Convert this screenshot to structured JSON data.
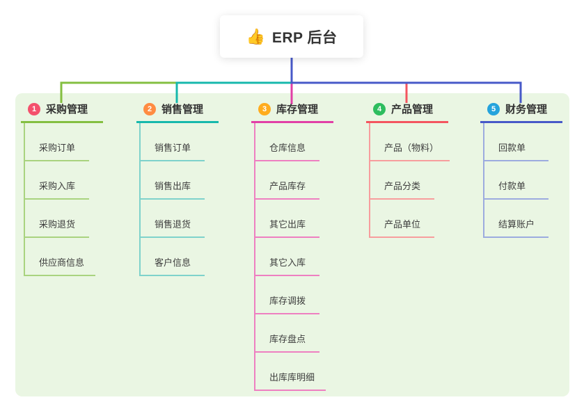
{
  "root": {
    "icon": "thumbs-up-icon",
    "label": "ERP 后台"
  },
  "canvas": {
    "background": "#ffffff",
    "panel_background": "#eaf6e3"
  },
  "branches": [
    {
      "num": "1",
      "label": "采购管理",
      "badge_color": "#f4516c",
      "line_color": "#84bf41",
      "child_line_color": "#a9d37f",
      "children": [
        "采购订单",
        "采购入库",
        "采购退货",
        "供应商信息"
      ]
    },
    {
      "num": "2",
      "label": "销售管理",
      "badge_color": "#ff8c42",
      "line_color": "#17b8ac",
      "child_line_color": "#7ed2cb",
      "children": [
        "销售订单",
        "销售出库",
        "销售退货",
        "客户信息"
      ]
    },
    {
      "num": "3",
      "label": "库存管理",
      "badge_color": "#ffac1e",
      "line_color": "#e13fa6",
      "child_line_color": "#ee7fc1",
      "children": [
        "仓库信息",
        "产品库存",
        "其它出库",
        "其它入库",
        "库存调拨",
        "库存盘点",
        "出库库明细"
      ]
    },
    {
      "num": "4",
      "label": "产品管理",
      "badge_color": "#2dbd5e",
      "line_color": "#f4555f",
      "child_line_color": "#f79d9d",
      "children": [
        "产品（物料）",
        "产品分类",
        "产品单位"
      ]
    },
    {
      "num": "5",
      "label": "财务管理",
      "badge_color": "#25a3dc",
      "line_color": "#4759c8",
      "child_line_color": "#9cabdf",
      "children": [
        "回款单",
        "付款单",
        "结算账户"
      ]
    }
  ]
}
